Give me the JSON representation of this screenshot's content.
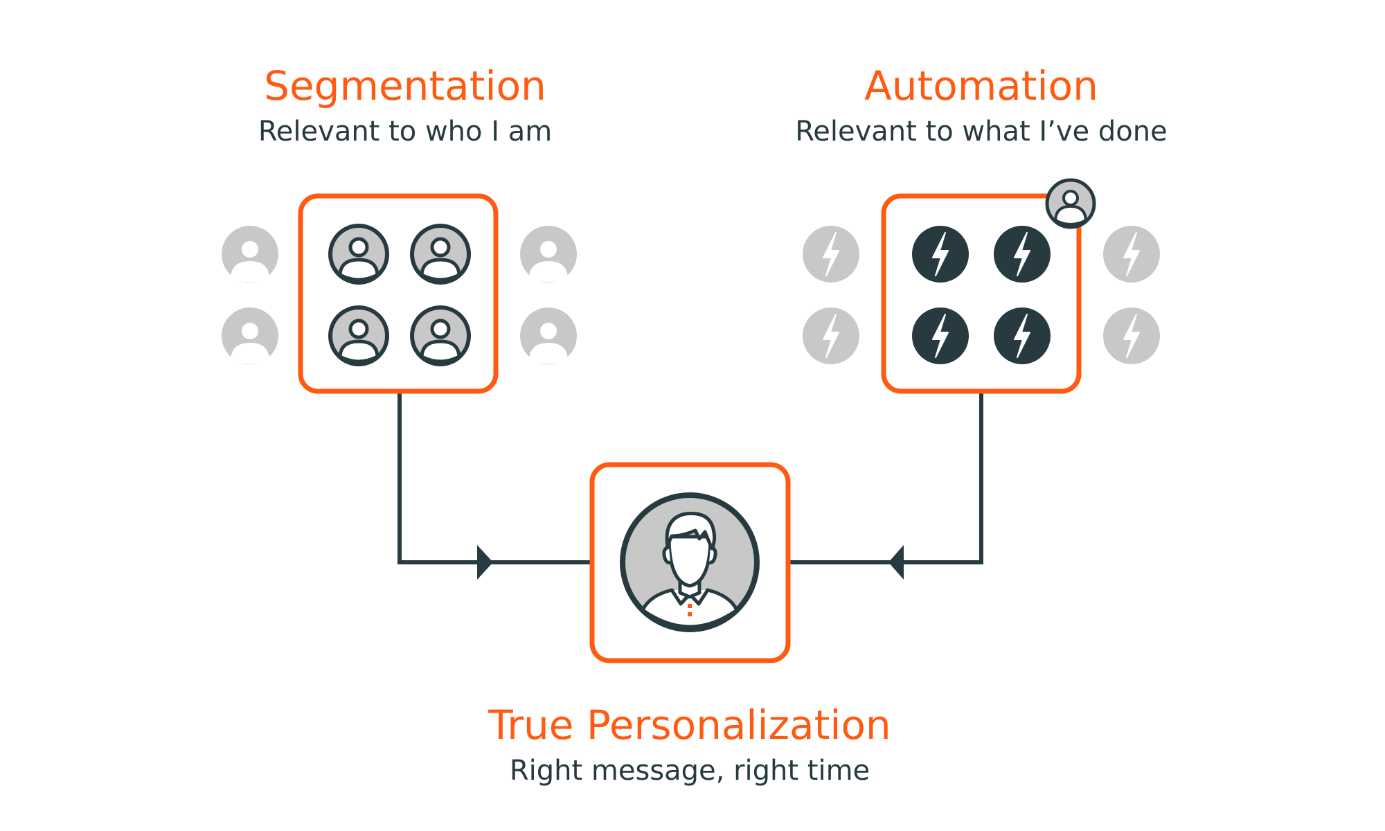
{
  "colors": {
    "accent": "#ff5a12",
    "dark": "#263a40",
    "muted": "#c8c8c8",
    "background": "#ffffff"
  },
  "segmentation": {
    "title": "Segmentation",
    "subtitle": "Relevant to who I am",
    "icon": "user-icon"
  },
  "automation": {
    "title": "Automation",
    "subtitle": "Relevant to what I’ve done",
    "icon": "lightning-icon",
    "badge_icon": "user-icon"
  },
  "personalization": {
    "title": "True Personalization",
    "subtitle": "Right message, right time",
    "icon": "person-icon"
  }
}
